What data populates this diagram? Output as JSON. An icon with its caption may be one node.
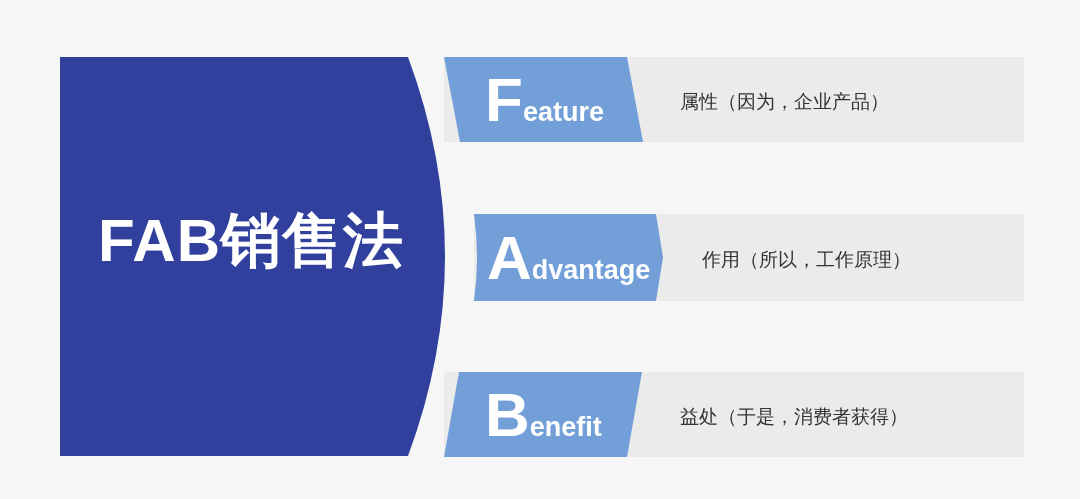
{
  "diagram": {
    "nodes": [
      {
        "text": [
          "FAB销售法"
        ]
      },
      {
        "text": [
          "属性（因为，企业产品）"
        ]
      },
      {
        "text": [
          "Feature"
        ],
        "in": 1
      },
      {
        "text": [
          "作用（所以，工作原理）"
        ]
      },
      {
        "text": [
          "Advantage"
        ],
        "in": 3
      },
      {
        "text": [
          "益处（于是，消费者获得）"
        ]
      },
      {
        "text": [
          "Benefit"
        ],
        "in": 5
      }
    ]
  }
}
